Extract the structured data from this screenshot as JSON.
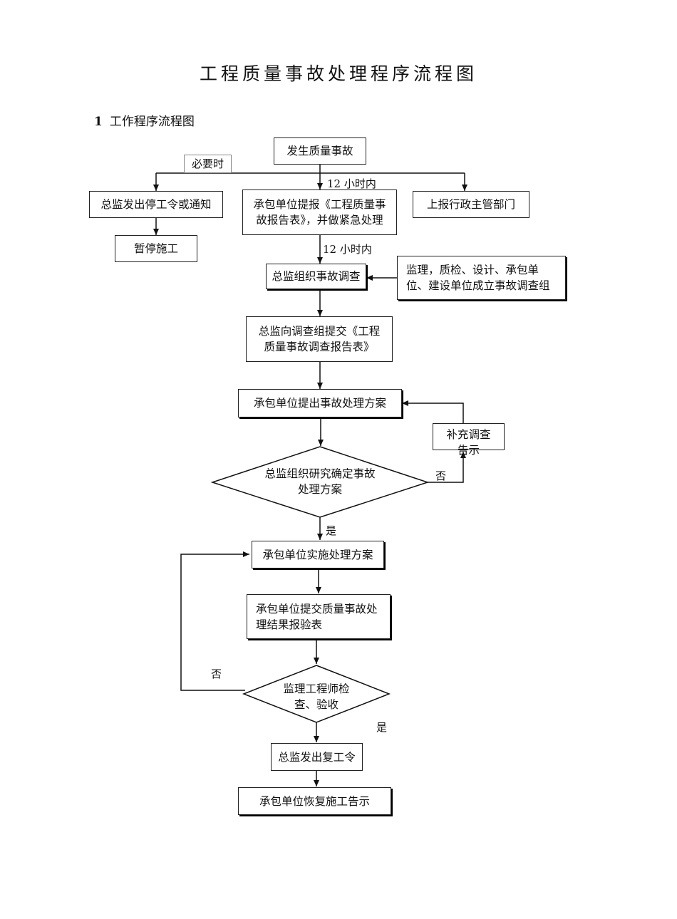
{
  "title": "工程质量事故处理程序流程图",
  "section": {
    "number": "1",
    "text": "工作程序流程图"
  },
  "nodes": {
    "occur": "发生质量事故",
    "stop_order": "总监发出停工令或通知",
    "pause": "暂停施工",
    "report_form": "承包单位提报《工程质量事故报告表》，并做紧急处理",
    "report_gov": "上报行政主管部门",
    "investigate": "总监组织事故调查",
    "team": "监理，质检、设计、承包单位、建设单位成立事故调查组",
    "submit_survey": "总监向调查组提交《工程质量事故调查报告表》",
    "plan": "承包单位提出事故处理方案",
    "supplement": "补充调查告示",
    "decide": "总监组织研究确定事故处理方案",
    "implement": "承包单位实施处理方案",
    "submit_result": "承包单位提交质量事故处理结果报验表",
    "inspect": "监理工程师检查、验收",
    "resume_order": "总监发出复工令",
    "resume_notice": "承包单位恢复施工告示"
  },
  "edge_labels": {
    "when_needed": "必要时",
    "twelve_hours_1": "12 小时内",
    "twelve_hours_2": "12 小时内",
    "no_1": "否",
    "yes_1": "是",
    "no_2": "否",
    "yes_2": "是"
  }
}
